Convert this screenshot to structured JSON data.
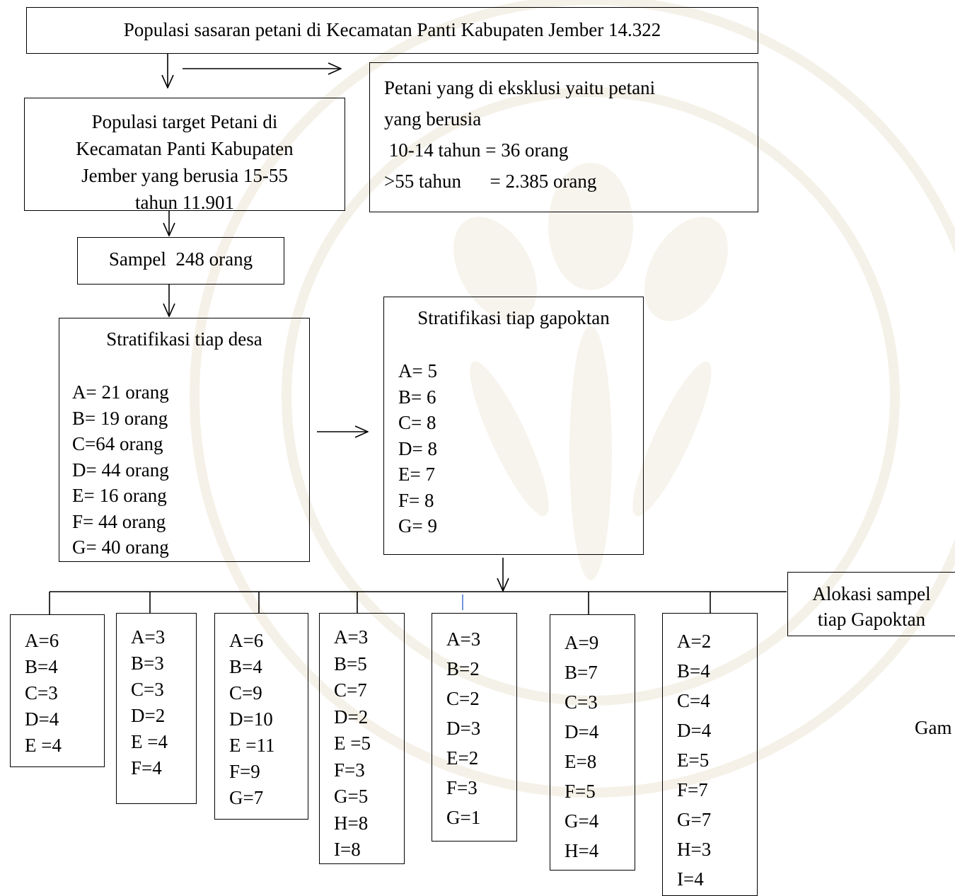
{
  "population_box": {
    "text": "Populasi sasaran petani di Kecamatan Panti Kabupaten Jember 14.322"
  },
  "exclusion_box": {
    "lines": [
      "Petani yang di eksklusi yaitu petani",
      "yang berusia",
      " 10-14 tahun = 36 orang",
      ">55 tahun      = 2.385 orang"
    ]
  },
  "target_box": {
    "lines": [
      "Populasi target Petani di",
      "Kecamatan Panti Kabupaten",
      "Jember yang berusia 15-55",
      "tahun 11.901"
    ]
  },
  "sample_box": {
    "text": "Sampel  248 orang"
  },
  "village_box": {
    "title": "Stratifikasi tiap desa",
    "items": [
      "A= 21 orang",
      "B= 19 orang",
      "C=64 orang",
      "D= 44 orang",
      "E= 16 orang",
      "F= 44 orang",
      "G= 40 orang"
    ]
  },
  "gapoktan_box": {
    "title": "Stratifikasi tiap gapoktan",
    "items": [
      "A= 5",
      "B= 6",
      "C= 8",
      "D= 8",
      "E= 7",
      "F= 8",
      "G= 9"
    ]
  },
  "allocation_label": {
    "lines": [
      "Alokasi sampel",
      "tiap Gapoktan"
    ]
  },
  "allocation_boxes": [
    {
      "items": [
        "A=6",
        "B=4",
        "C=3",
        "D=4",
        "E =4"
      ]
    },
    {
      "items": [
        "A=3",
        "B=3",
        "C=3",
        "D=2",
        "E =4",
        "F=4"
      ]
    },
    {
      "items": [
        "A=6",
        "B=4",
        "C=9",
        "D=10",
        "E =11",
        "F=9",
        "G=7"
      ]
    },
    {
      "items": [
        "A=3",
        "B=5",
        "C=7",
        "D=2",
        "E =5",
        "F=3",
        "G=5",
        "H=8",
        "I=8"
      ]
    },
    {
      "items": [
        "A=3",
        "B=2",
        "C=2",
        "D=3",
        "E=2",
        "F=3",
        "G=1"
      ]
    },
    {
      "items": [
        "A=9",
        "B=7",
        "C=3",
        "D=4",
        "E=8",
        "F=5",
        "G=4",
        "H=4"
      ]
    },
    {
      "items": [
        "A=2",
        "B=4",
        "C=4",
        "D=4",
        "E=5",
        "F=7",
        "G=7",
        "H=3",
        "I=4"
      ]
    }
  ],
  "cutoff_text": "Gam",
  "colors": {
    "line": "#000000",
    "watermark": "#e9e2cf",
    "accent_tick": "#3366cc"
  }
}
